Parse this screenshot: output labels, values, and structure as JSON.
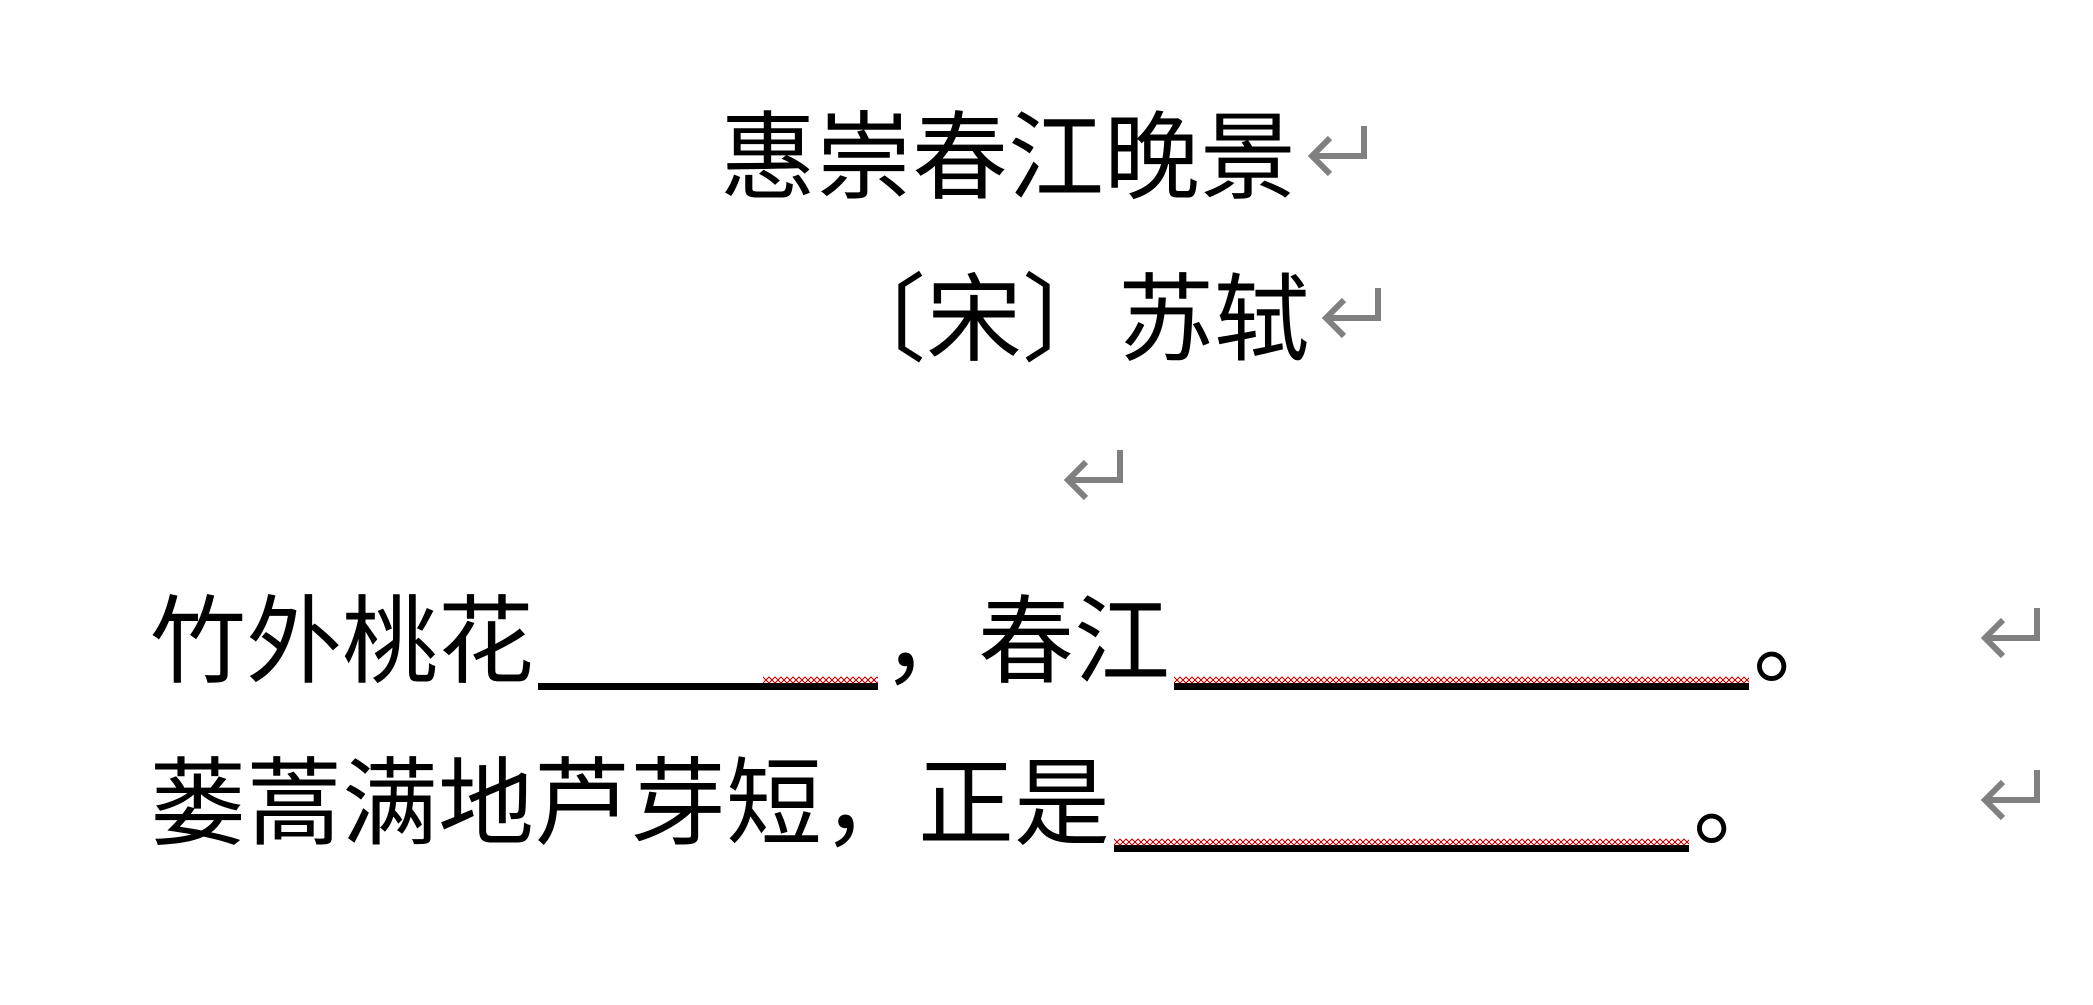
{
  "document": {
    "title": "惠崇春江晚景",
    "author": "〔宋〕苏轼",
    "lines": [
      {
        "before_blank1": "竹外桃花",
        "blank1": "",
        "middle": "，春江",
        "blank2": "",
        "end": "。"
      },
      {
        "before_blank1": "蒌蒿满地芦芽短，正是",
        "blank1": "",
        "end": "。"
      }
    ]
  },
  "marks": {
    "paragraph_mark": "return-arrow",
    "paragraph_mark_color": "#808080",
    "spellcheck_color": "#d00000"
  }
}
